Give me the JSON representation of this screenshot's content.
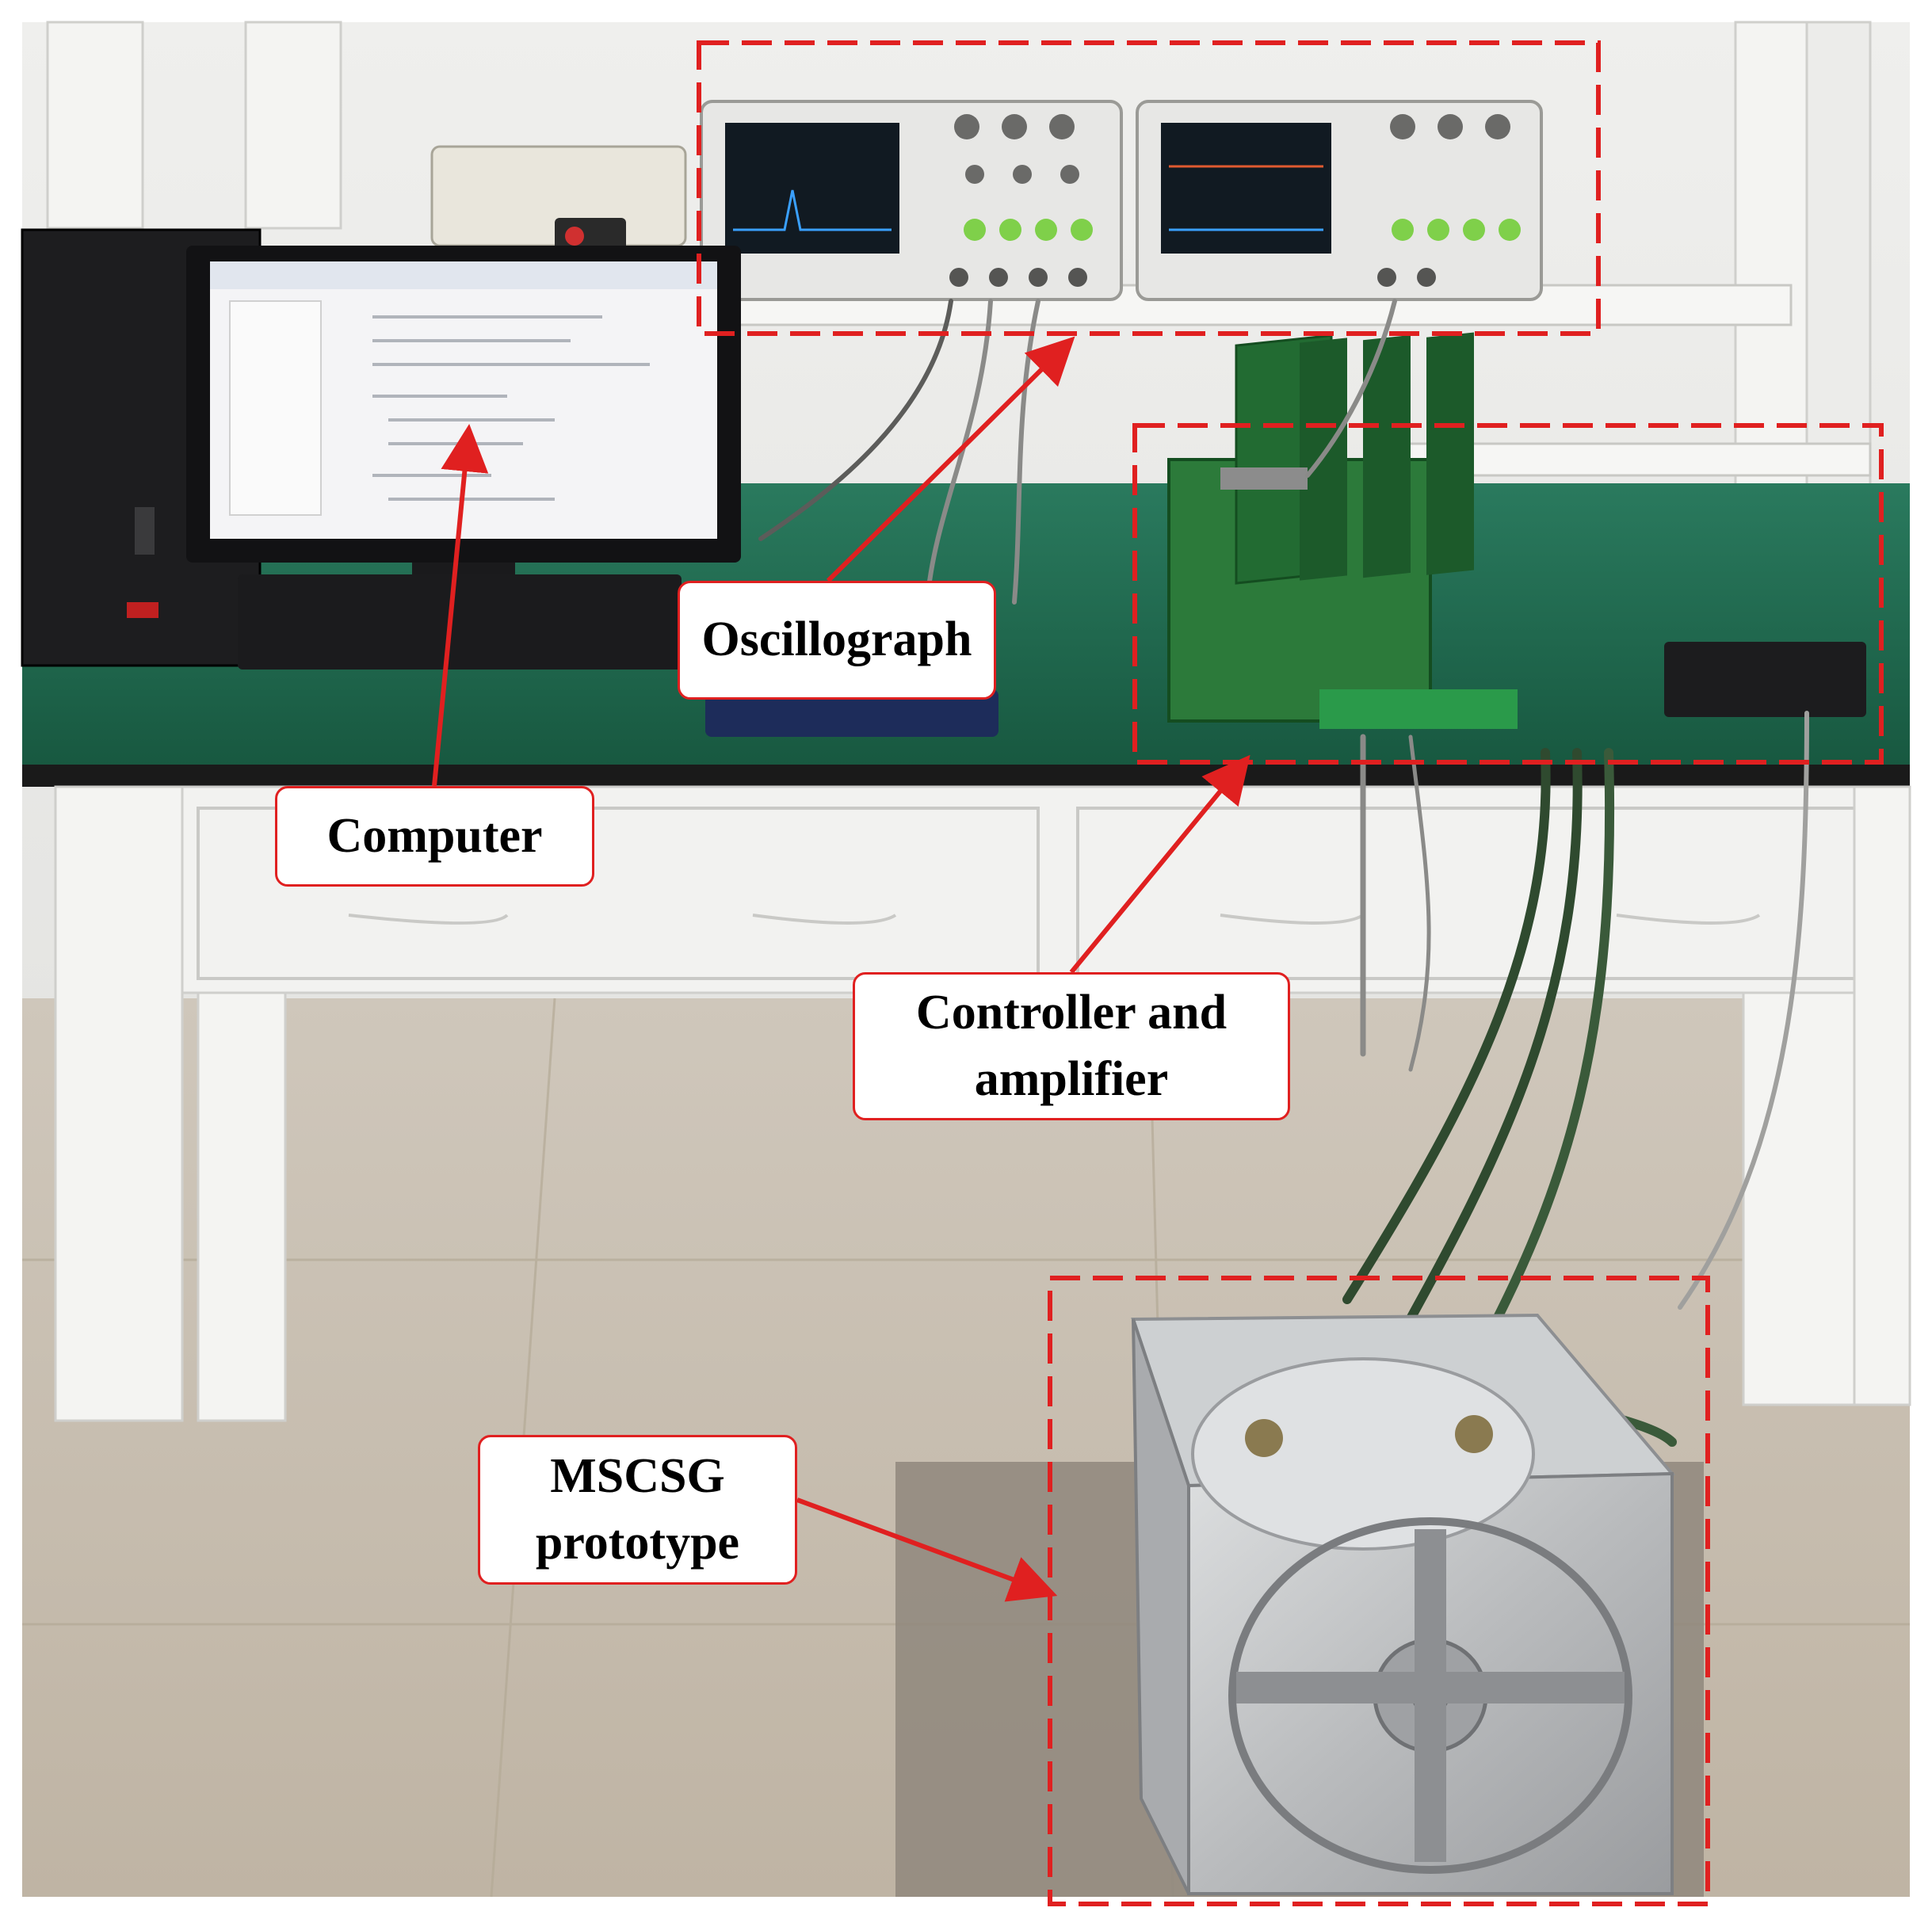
{
  "figure": {
    "callouts": {
      "oscillograph": "Oscillograph",
      "computer": "Computer",
      "controller": "Controller and\namplifier",
      "mscsg": "MSCSG\nprototype"
    },
    "colors": {
      "highlight": "#e02020",
      "wall": "#e6e6e4",
      "floor": "#c9c0b2",
      "bench_top": "#1f6b52",
      "bench_body": "#f2f2f0",
      "pcb": "#2c7a3a",
      "aluminum": "#c4c6c8"
    },
    "icons": [
      "computer-monitor",
      "oscilloscope",
      "circuit-board",
      "gyroscope-prototype"
    ]
  }
}
